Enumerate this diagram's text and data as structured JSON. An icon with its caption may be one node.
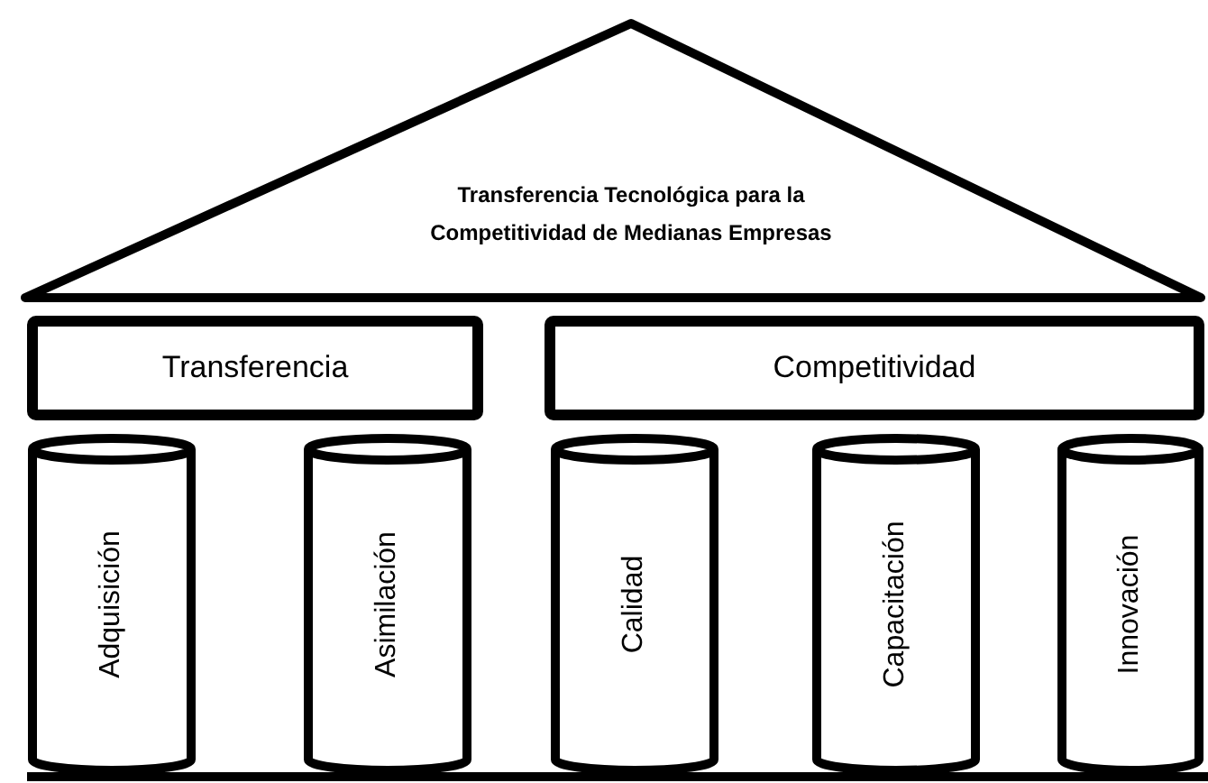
{
  "diagram": {
    "nodes": [
      {
        "text": [
          "Transferencia Tecnológica para la Competitividad de Medianas Empresas"
        ]
      },
      {
        "text": [
          "Transferencia"
        ]
      },
      {
        "text": [
          "Competitividad"
        ]
      },
      {
        "text": [
          "Adquisición"
        ]
      },
      {
        "text": [
          "Asimilación"
        ]
      },
      {
        "text": [
          "Calidad"
        ]
      },
      {
        "text": [
          "Capacitación"
        ]
      },
      {
        "text": [
          "Innovación"
        ]
      },
      {
        "text": [],
        "shape": "bar"
      }
    ]
  }
}
